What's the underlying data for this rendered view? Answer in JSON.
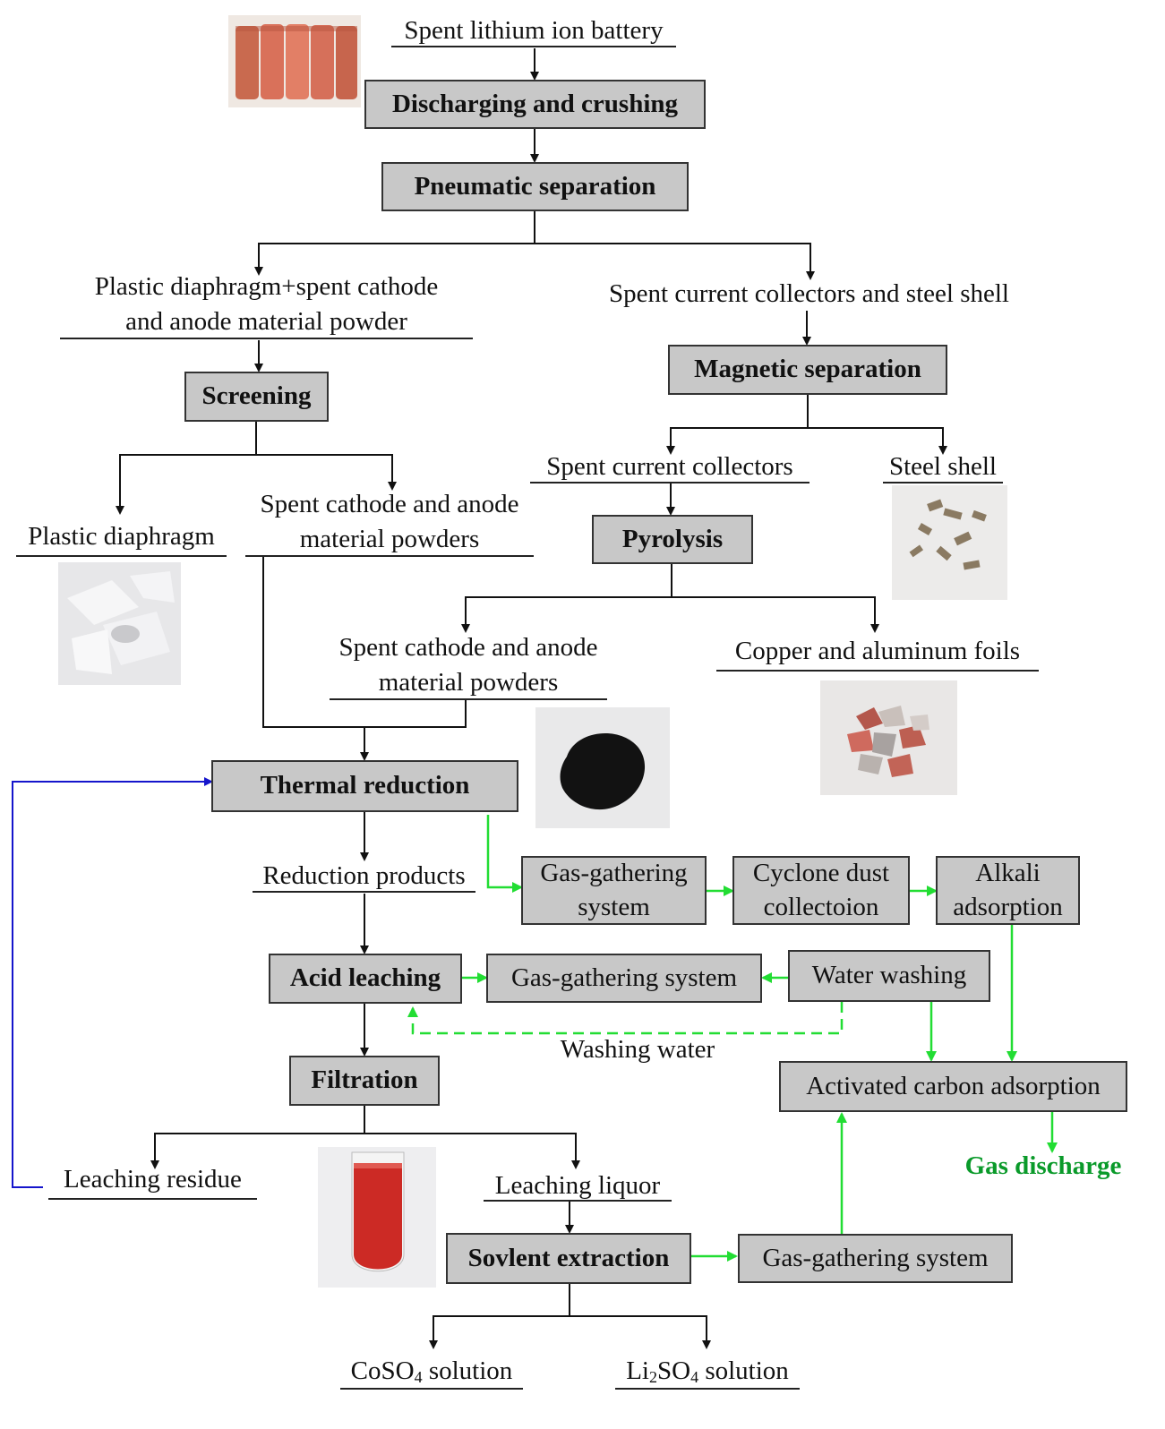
{
  "nodes": {
    "spent_battery": "Spent lithium ion battery",
    "discharging": "Discharging and crushing",
    "pneumatic": "Pneumatic separation",
    "plastic_mix_line1": "Plastic diaphragm+spent cathode",
    "plastic_mix_line2": "and anode material powder",
    "collectors_shell": "Spent current collectors and steel shell",
    "screening": "Screening",
    "magnetic": "Magnetic separation",
    "plastic_diaphragm": "Plastic diaphragm",
    "powders_a_line1": "Spent cathode and anode",
    "powders_a_line2": "material powders",
    "spent_collectors": "Spent current collectors",
    "steel_shell": "Steel shell",
    "pyrolysis": "Pyrolysis",
    "powders_b_line1": "Spent cathode and anode",
    "powders_b_line2": "material powders",
    "foils": "Copper and aluminum foils",
    "thermal": "Thermal reduction",
    "reduction_products": "Reduction products",
    "gas_gather_1_line1": "Gas-gathering",
    "gas_gather_1_line2": "system",
    "cyclone_line1": "Cyclone dust",
    "cyclone_line2": "collectoion",
    "alkali_line1": "Alkali",
    "alkali_line2": "adsorption",
    "acid_leaching": "Acid leaching",
    "gas_gather_2": "Gas-gathering system",
    "water_washing": "Water washing",
    "washing_water": "Washing water",
    "filtration": "Filtration",
    "activated_carbon": "Activated carbon adsorption",
    "gas_discharge": "Gas discharge",
    "leaching_residue": "Leaching residue",
    "leaching_liquor": "Leaching liquor",
    "solvent_extraction": "Sovlent extraction",
    "gas_gather_3": "Gas-gathering system",
    "coso4_pre": "CoSO",
    "coso4_sub": "4",
    "coso4_post": " solution",
    "li2so4_pre": "Li",
    "li2so4_sub1": "2",
    "li2so4_mid": "SO",
    "li2so4_sub2": "4",
    "li2so4_post": " solution"
  },
  "colors": {
    "flow": "#111111",
    "gas_flow": "#22dd33",
    "recycle": "#1515cc",
    "box_fill": "#c8c8c8",
    "gas_label": "#0a9a2a"
  }
}
